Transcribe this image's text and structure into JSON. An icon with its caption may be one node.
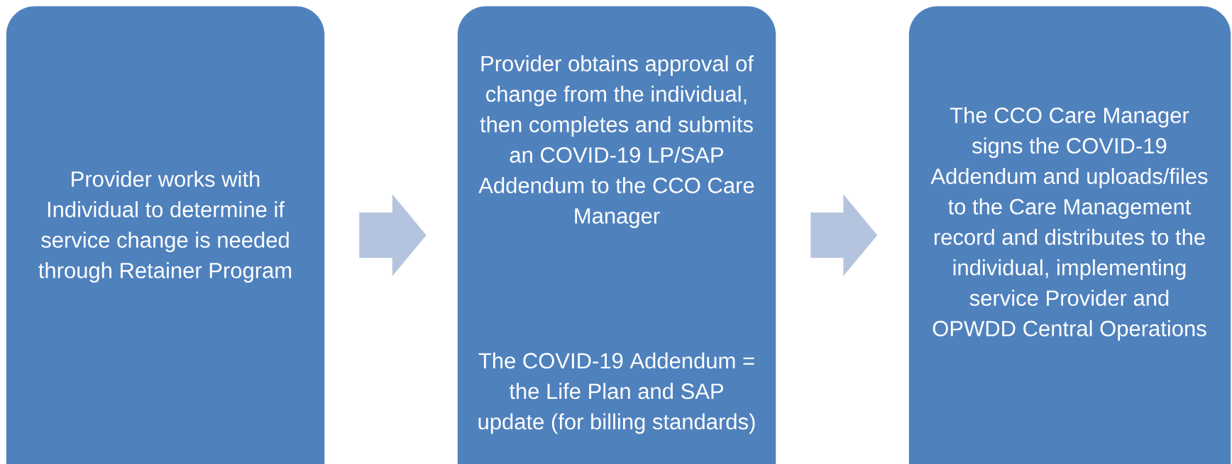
{
  "diagram": {
    "nodes": [
      {
        "text": [
          "Provider works with Individual to determine if service change is needed through Retainer Program"
        ]
      },
      {
        "text": [
          "Provider obtains approval of change from the individual, then completes and submits an COVID-19 LP/SAP Addendum to the CCO Care Manager",
          "The COVID-19 Addendum = the Life Plan and SAP update (for billing standards)"
        ]
      },
      {
        "text": [
          "The CCO Care Manager signs the COVID-19 Addendum and uploads/files  to the Care Management record and distributes to the individual, implementing service Provider and OPWDD Central Operations"
        ]
      }
    ],
    "edges": [
      {
        "from": 0,
        "to": 1,
        "arrow": "to"
      },
      {
        "from": 1,
        "to": 2,
        "arrow": "to"
      }
    ]
  }
}
